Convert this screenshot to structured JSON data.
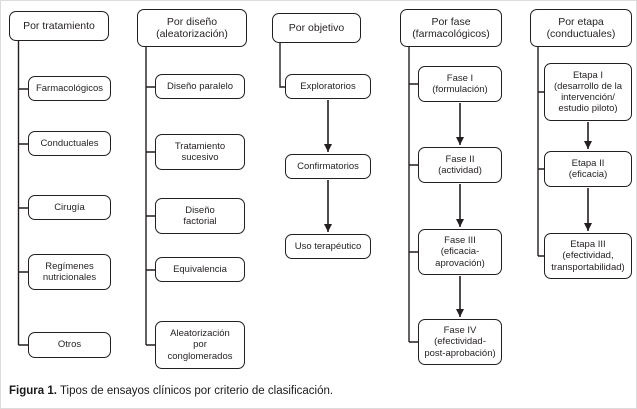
{
  "figure": {
    "caption_label": "Figura 1.",
    "caption_text": "Tipos de ensayos clínicos por criterio de clasificación."
  },
  "colors": {
    "line": "#231f20",
    "box_border": "#231f20",
    "box_background": "#ffffff",
    "text": "#231f20"
  },
  "columns": [
    {
      "header": "Por tratamiento",
      "items": [
        "Farmacológicos",
        "Conductuales",
        "Cirugía",
        "Regímenes\nnutricionales",
        "Otros"
      ]
    },
    {
      "header": "Por diseño\n(aleatorización)",
      "items": [
        "Diseño paralelo",
        "Tratamiento\nsucesivo",
        "Diseño\nfactorial",
        "Equivalencia",
        "Aleatorización\npor\nconglomerados"
      ]
    },
    {
      "header": "Por objetivo",
      "items": [
        "Exploratorios",
        "Confirmatorios",
        "Uso terapéutico"
      ]
    },
    {
      "header": "Por fase\n(farmacológicos)",
      "items": [
        "Fase I\n(formulación)",
        "Fase II\n(actividad)",
        "Fase III\n(eficacia-\naprovación)",
        "Fase IV\n(efectividad-\npost-aprobación)"
      ]
    },
    {
      "header": "Por etapa\n(conductuales)",
      "items": [
        "Etapa I\n(desarrollo de la\nintervención/\nestudio piloto)",
        "Etapa II\n(eficacia)",
        "Etapa III\n(efectividad,\ntransportabilidad)"
      ]
    }
  ]
}
